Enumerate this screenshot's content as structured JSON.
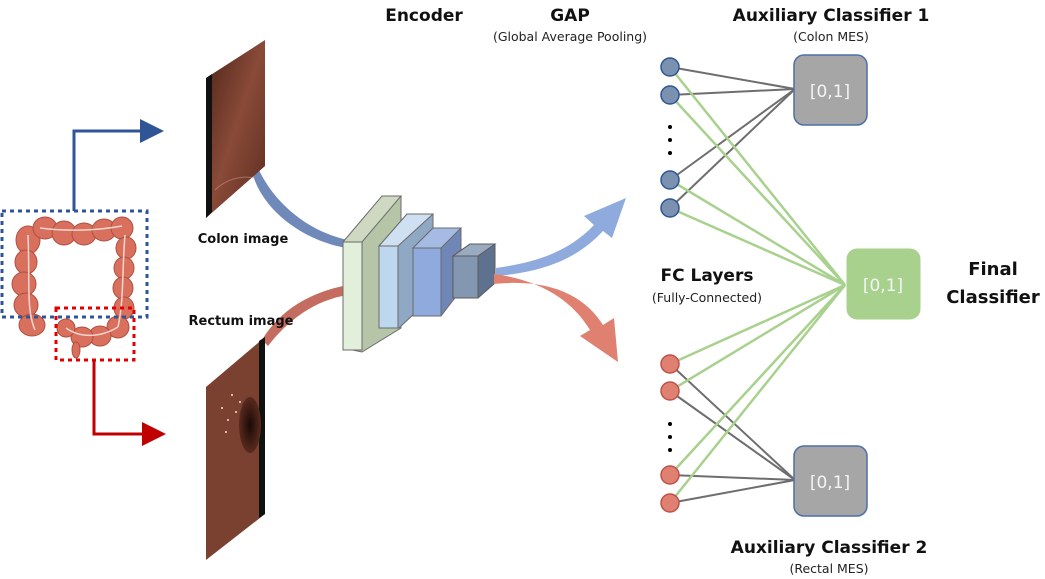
{
  "labels": {
    "encoder": "Encoder",
    "gap_title": "GAP",
    "gap_sub": "(Global Average Pooling)",
    "aux1_title": "Auxiliary Classifier 1",
    "aux1_sub": "(Colon MES)",
    "fc_title": "FC Layers",
    "fc_sub": "(Fully-Connected)",
    "final_line1": "Final",
    "final_line2": "Classifier",
    "aux2_title": "Auxiliary Classifier 2",
    "aux2_sub": "(Rectal MES)",
    "colon_image": "Colon image",
    "rectum_image": "Rectum image"
  },
  "outputs": {
    "aux1_range": "[0,1]",
    "aux2_range": "[0,1]",
    "final_range": "[0,1]"
  },
  "colors": {
    "colon_path": "#2f5597",
    "rectum_path": "#c00000",
    "colon_nodes": "#7a91b0",
    "rectum_nodes": "#e08070",
    "final_box": "#a9d18e",
    "aux_box": "#a6a6a6",
    "green_edges": "#a9d18e",
    "gray_edges": "#666666"
  }
}
